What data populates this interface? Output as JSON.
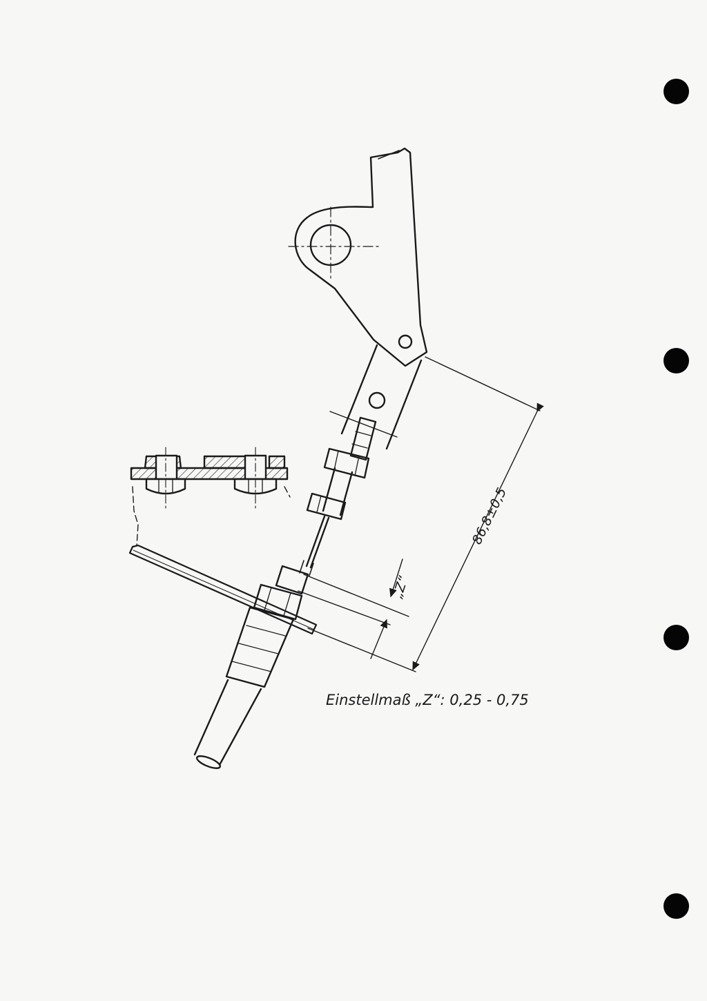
{
  "dimensions": {
    "length_label": "86,8±0,5",
    "gap_label": "„Z“"
  },
  "caption": "Einstellmaß „Z“: 0,25 - 0,75",
  "colors": {
    "paper": "#f7f7f6",
    "ink": "#1a1a1a",
    "punch_hole": "#050505"
  }
}
